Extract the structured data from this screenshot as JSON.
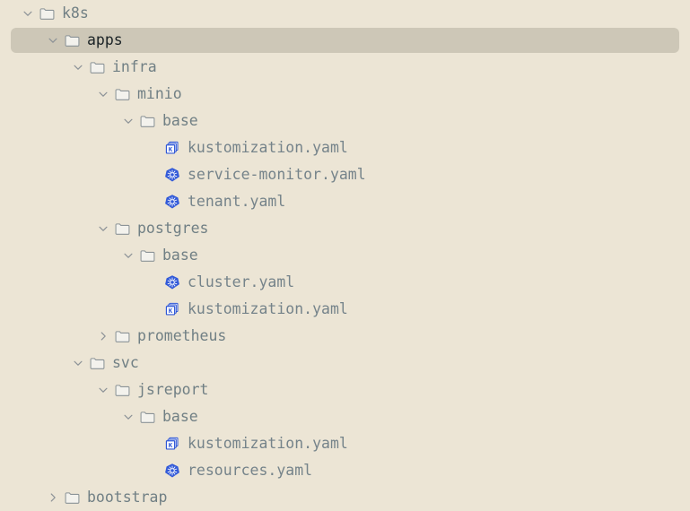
{
  "panel": {
    "name": "file-explorer-tree",
    "background_color": "#ece5d5",
    "selection_color": "#cdc7b7",
    "text_color": "#707f84",
    "selected_text_color": "#1b2326",
    "accent_blue": "#2f57d6",
    "folder_fill": "#f2f1ec",
    "folder_stroke": "#8b9397"
  },
  "tree": {
    "rows": [
      {
        "label": "k8s",
        "depth": 0,
        "kind": "folder",
        "state": "expanded",
        "icon": "folder-icon",
        "selected": false
      },
      {
        "label": "apps",
        "depth": 1,
        "kind": "folder",
        "state": "expanded",
        "icon": "folder-icon",
        "selected": true
      },
      {
        "label": "infra",
        "depth": 2,
        "kind": "folder",
        "state": "expanded",
        "icon": "folder-icon",
        "selected": false
      },
      {
        "label": "minio",
        "depth": 3,
        "kind": "folder",
        "state": "expanded",
        "icon": "folder-icon",
        "selected": false
      },
      {
        "label": "base",
        "depth": 4,
        "kind": "folder",
        "state": "expanded",
        "icon": "folder-icon",
        "selected": false
      },
      {
        "label": "kustomization.yaml",
        "depth": 5,
        "kind": "file",
        "state": "leaf",
        "icon": "kustomize-icon",
        "selected": false
      },
      {
        "label": "service-monitor.yaml",
        "depth": 5,
        "kind": "file",
        "state": "leaf",
        "icon": "kubernetes-icon",
        "selected": false
      },
      {
        "label": "tenant.yaml",
        "depth": 5,
        "kind": "file",
        "state": "leaf",
        "icon": "kubernetes-icon",
        "selected": false
      },
      {
        "label": "postgres",
        "depth": 3,
        "kind": "folder",
        "state": "expanded",
        "icon": "folder-icon",
        "selected": false
      },
      {
        "label": "base",
        "depth": 4,
        "kind": "folder",
        "state": "expanded",
        "icon": "folder-icon",
        "selected": false
      },
      {
        "label": "cluster.yaml",
        "depth": 5,
        "kind": "file",
        "state": "leaf",
        "icon": "kubernetes-icon",
        "selected": false
      },
      {
        "label": "kustomization.yaml",
        "depth": 5,
        "kind": "file",
        "state": "leaf",
        "icon": "kustomize-icon",
        "selected": false
      },
      {
        "label": "prometheus",
        "depth": 3,
        "kind": "folder",
        "state": "collapsed",
        "icon": "folder-icon",
        "selected": false
      },
      {
        "label": "svc",
        "depth": 2,
        "kind": "folder",
        "state": "expanded",
        "icon": "folder-icon",
        "selected": false
      },
      {
        "label": "jsreport",
        "depth": 3,
        "kind": "folder",
        "state": "expanded",
        "icon": "folder-icon",
        "selected": false
      },
      {
        "label": "base",
        "depth": 4,
        "kind": "folder",
        "state": "expanded",
        "icon": "folder-icon",
        "selected": false
      },
      {
        "label": "kustomization.yaml",
        "depth": 5,
        "kind": "file",
        "state": "leaf",
        "icon": "kustomize-icon",
        "selected": false
      },
      {
        "label": "resources.yaml",
        "depth": 5,
        "kind": "file",
        "state": "leaf",
        "icon": "kubernetes-icon",
        "selected": false
      },
      {
        "label": "bootstrap",
        "depth": 1,
        "kind": "folder",
        "state": "collapsed",
        "icon": "folder-icon",
        "selected": false
      }
    ]
  }
}
